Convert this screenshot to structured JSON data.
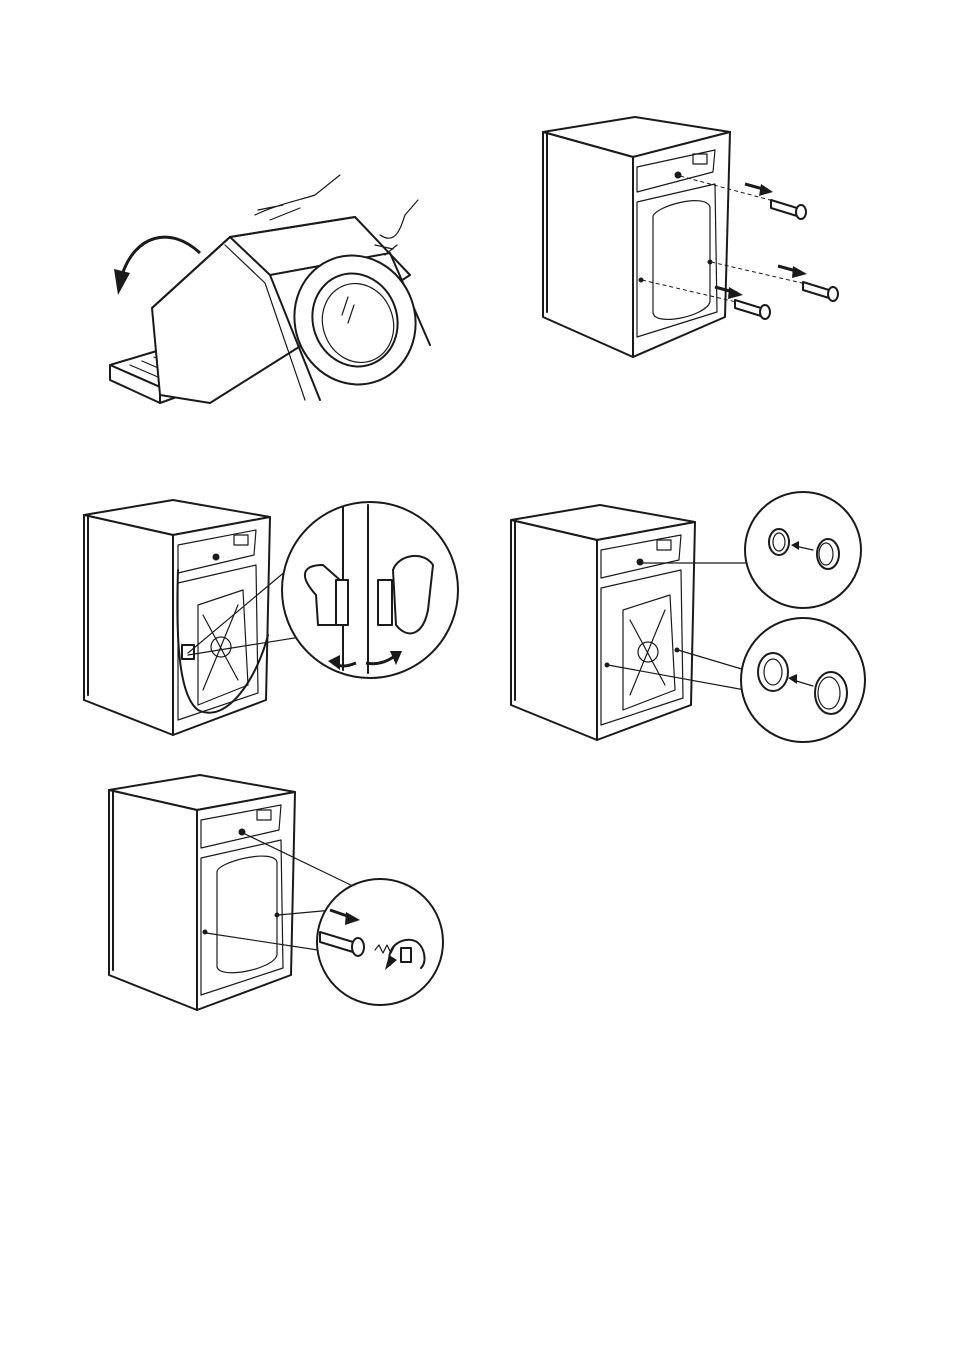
{
  "page": {
    "figures": [
      {
        "id": "fig-tilt-machine",
        "icon": "tilt-machine-illustration"
      },
      {
        "id": "fig-remove-transit-bolts",
        "icon": "remove-bolts-illustration"
      },
      {
        "id": "fig-release-hose-clips",
        "icon": "hose-clip-illustration"
      },
      {
        "id": "fig-insert-plastic-caps",
        "icon": "plastic-caps-illustration"
      },
      {
        "id": "fig-refit-bolt",
        "icon": "refit-bolt-illustration"
      }
    ]
  }
}
